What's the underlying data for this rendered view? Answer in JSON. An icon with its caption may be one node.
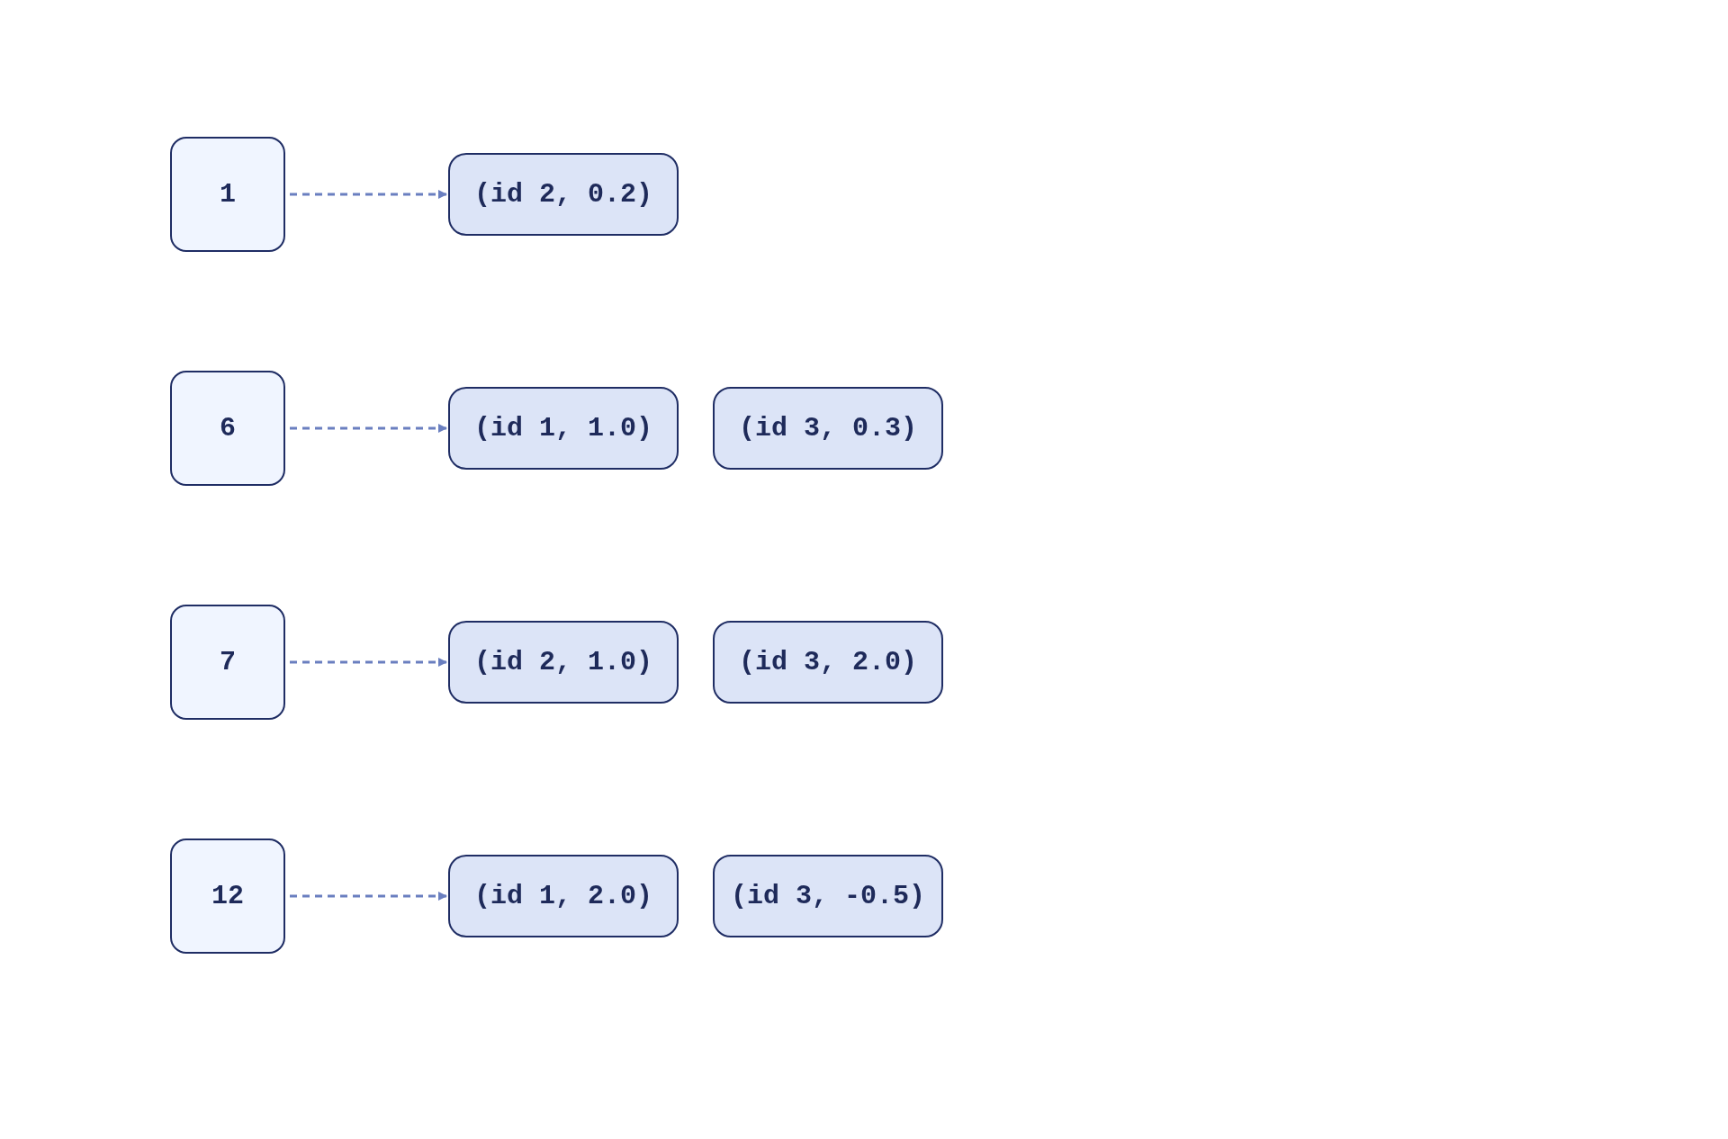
{
  "diagram": {
    "nodes": [
      {
        "text": [
          "1"
        ]
      },
      {
        "text": [
          "(id 2, 0.2)"
        ]
      },
      {
        "text": [
          "6"
        ]
      },
      {
        "text": [
          "(id 1, 1.0)"
        ]
      },
      {
        "text": [
          "(id 3, 0.3)"
        ]
      },
      {
        "text": [
          "7"
        ]
      },
      {
        "text": [
          "(id 2, 1.0)"
        ]
      },
      {
        "text": [
          "(id 3, 2.0)"
        ]
      },
      {
        "text": [
          "12"
        ]
      },
      {
        "text": [
          "(id 1, 2.0)"
        ]
      },
      {
        "text": [
          "(id 3, -0.5)"
        ]
      }
    ],
    "edges": [
      {
        "from": 0,
        "to": 1,
        "arrow": "to",
        "style": "dashed"
      },
      {
        "from": 2,
        "to": 3,
        "arrow": "to",
        "style": "dashed"
      },
      {
        "from": 5,
        "to": 6,
        "arrow": "to",
        "style": "dashed"
      },
      {
        "from": 8,
        "to": 9,
        "arrow": "to",
        "style": "dashed"
      }
    ]
  }
}
